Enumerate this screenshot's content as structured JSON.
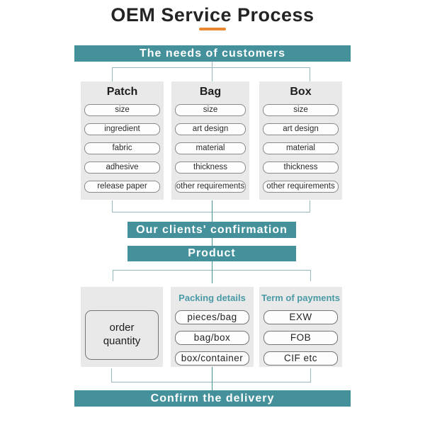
{
  "title": "OEM Service Process",
  "colors": {
    "teal_banner": "#44919c",
    "teal_heading": "#4a9aa6",
    "orange_accent": "#e8872f",
    "panel_gray": "#e9e9e9",
    "connector_light": "#96b7bc",
    "connector_dark": "#458f9b"
  },
  "banners": {
    "needs": "The needs of customers",
    "confirmation": "Our clients' confirmation",
    "product": "Product",
    "delivery": "Confirm the delivery"
  },
  "columns": [
    {
      "title": "Patch",
      "items": [
        "size",
        "ingredient",
        "fabric",
        "adhesive",
        "release paper"
      ]
    },
    {
      "title": "Bag",
      "items": [
        "size",
        "art design",
        "material",
        "thickness",
        "other requirements"
      ]
    },
    {
      "title": "Box",
      "items": [
        "size",
        "art design",
        "material",
        "thickness",
        "other requirements"
      ]
    }
  ],
  "bottom": {
    "order_quantity": "order quantity",
    "packing": {
      "title": "Packing details",
      "items": [
        "pieces/bag",
        "bag/box",
        "box/container"
      ]
    },
    "payments": {
      "title": "Term of payments",
      "items": [
        "EXW",
        "FOB",
        "CIF etc"
      ]
    }
  }
}
